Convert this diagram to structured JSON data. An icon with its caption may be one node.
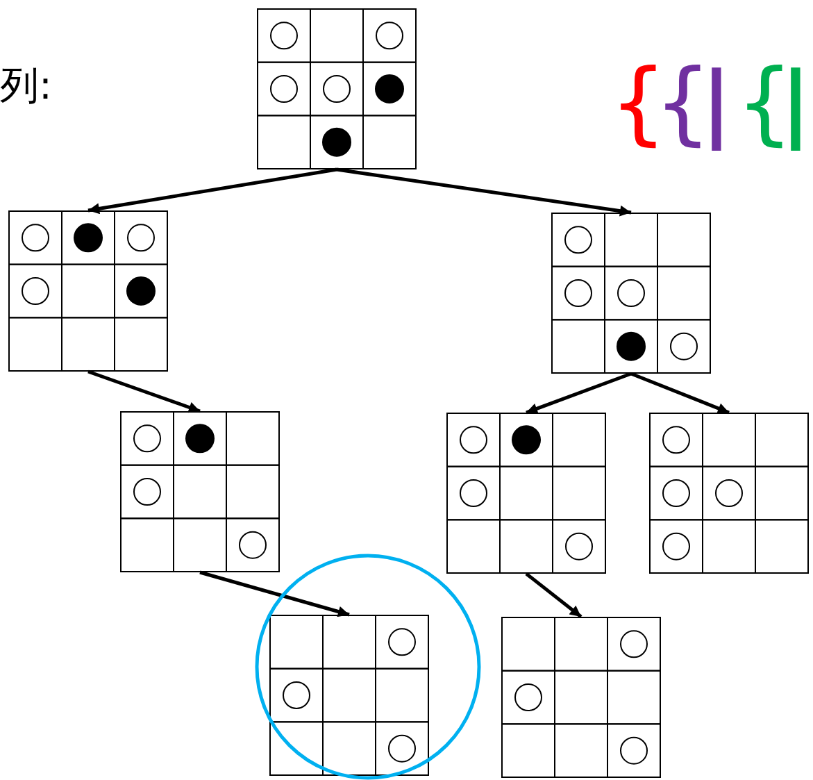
{
  "diagram": {
    "nodes": [
      {
        "text": [],
        "shape": "grid"
      },
      {
        "text": [],
        "shape": "grid"
      },
      {
        "text": [],
        "shape": "grid"
      },
      {
        "text": [],
        "shape": "grid"
      },
      {
        "text": [],
        "shape": "grid"
      },
      {
        "text": [],
        "shape": "grid"
      },
      {
        "text": [],
        "shape": "grid"
      },
      {
        "text": [],
        "shape": "grid"
      }
    ],
    "edges": [
      {
        "from": 0,
        "to": 1,
        "arrow": "to"
      },
      {
        "from": 0,
        "to": 2,
        "arrow": "to"
      },
      {
        "from": 1,
        "to": 3,
        "arrow": "to"
      },
      {
        "from": 2,
        "to": 4,
        "arrow": "to"
      },
      {
        "from": 2,
        "to": 5,
        "arrow": "to"
      },
      {
        "from": 3,
        "to": 6,
        "arrow": "to"
      },
      {
        "from": 4,
        "to": 7,
        "arrow": "to"
      }
    ],
    "labels": [
      "列:",
      "{",
      "{",
      "|",
      "{",
      "|"
    ]
  }
}
